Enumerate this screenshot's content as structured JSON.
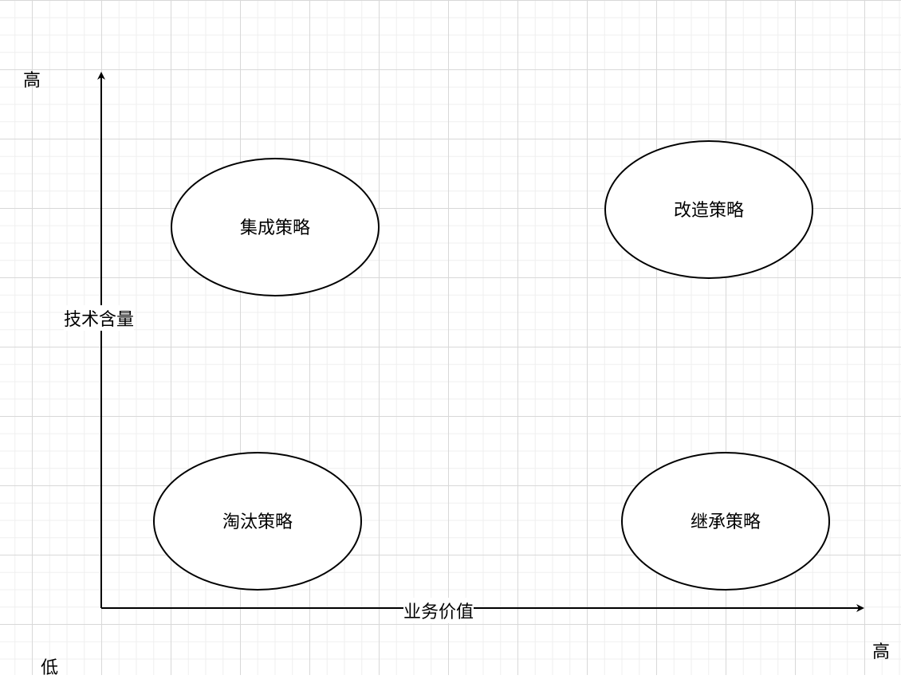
{
  "y_axis": {
    "high_label": "高",
    "title": "技术含量"
  },
  "x_axis": {
    "high_label": "高",
    "title": "业务价值"
  },
  "origin_label": "低",
  "quadrants": [
    {
      "label": "集成策略"
    },
    {
      "label": "改造策略"
    },
    {
      "label": "淘汰策略"
    },
    {
      "label": "继承策略"
    }
  ]
}
